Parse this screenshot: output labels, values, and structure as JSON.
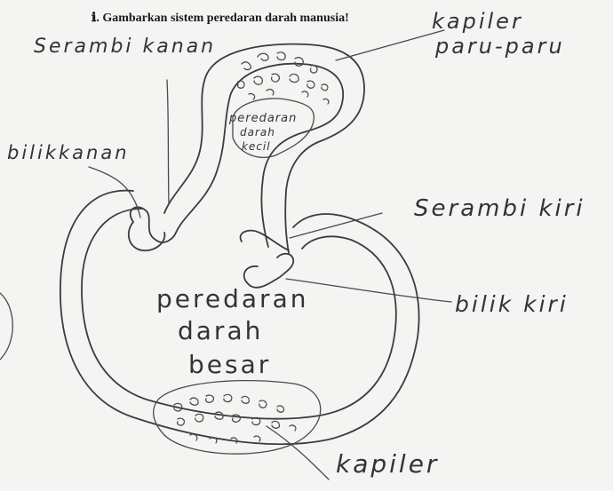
{
  "prompt": {
    "number": "ℹ.",
    "text": "Gambarkan sistem peredaran darah manusia!"
  },
  "labels": {
    "serambi_kanan": "Serambi kanan",
    "bilik_kanan": "bilikkanan",
    "kapiler_paru_line1": "kapiler",
    "kapiler_paru_line2": "paru-paru",
    "peredaran_kecil_line1": "peredaran",
    "peredaran_kecil_line2": "darah",
    "peredaran_kecil_line3": "kecil",
    "serambi_kiri": "Serambi kiri",
    "bilik_kiri": "bilik kiri",
    "peredaran_besar_line1": "peredaran",
    "peredaran_besar_line2": "darah",
    "peredaran_besar_line3": "besar",
    "kapiler_bottom": "kapiler"
  },
  "colors": {
    "ink": "#3c3c3c",
    "paper": "#f4f4f2"
  }
}
